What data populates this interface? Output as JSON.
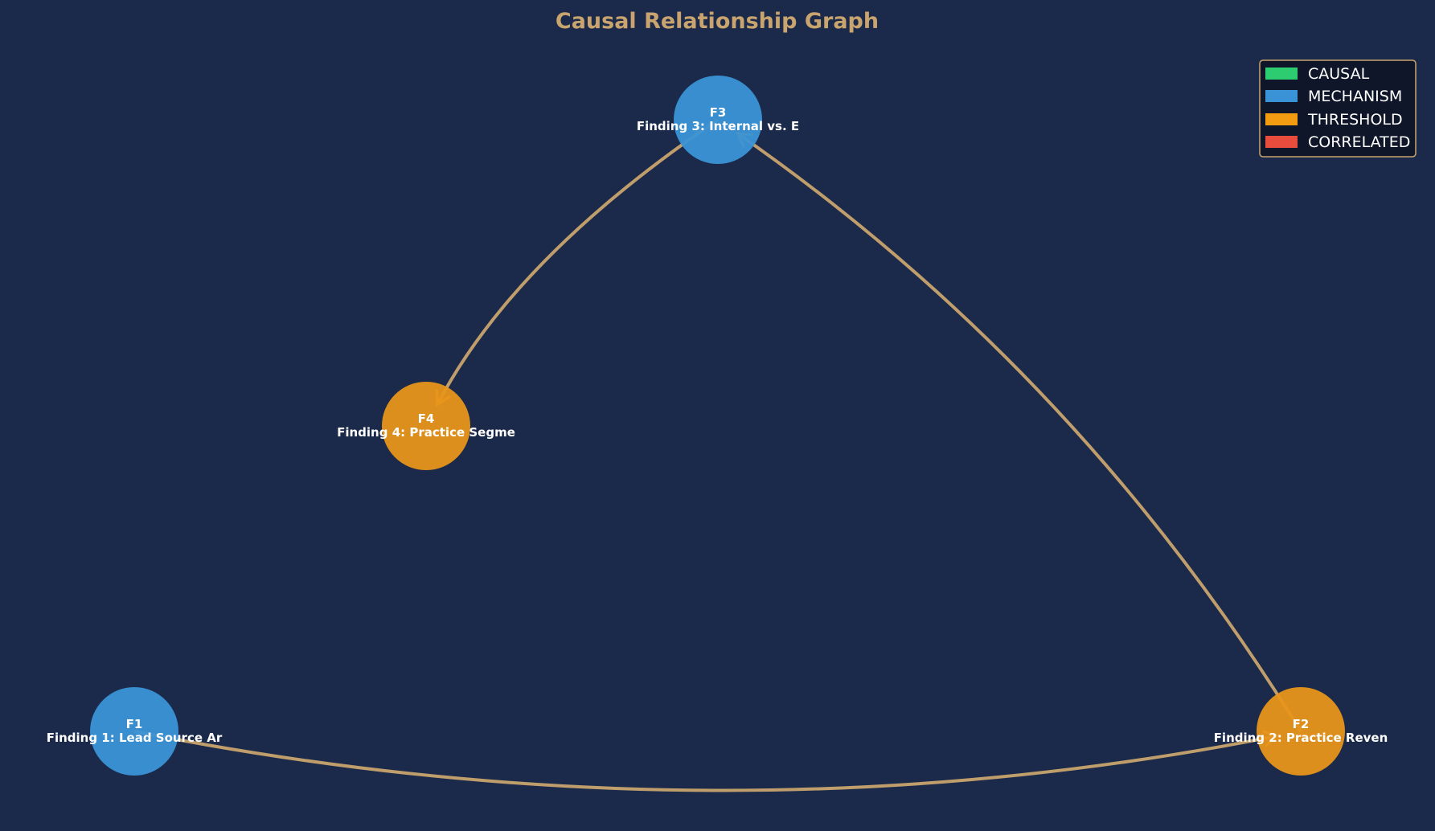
{
  "title": "Causal Relationship Graph",
  "colors": {
    "background": "#1b2a4a",
    "title": "#c9a46e",
    "edge": "#c9a46e",
    "legend_bg": "#0f1629",
    "legend_border": "#c9a46e"
  },
  "legend": {
    "placement": "top-right",
    "items": [
      {
        "label": "CAUSAL",
        "color": "#2ecc71"
      },
      {
        "label": "MECHANISM",
        "color": "#3a93d6"
      },
      {
        "label": "THRESHOLD",
        "color": "#f39c12"
      },
      {
        "label": "CORRELATED",
        "color": "#e74c3c"
      }
    ]
  },
  "nodes": [
    {
      "id": "F1",
      "label": "Finding 1: Lead Source Ar",
      "category": "MECHANISM",
      "color": "#3a93d6"
    },
    {
      "id": "F2",
      "label": "Finding 2: Practice Reven",
      "category": "THRESHOLD",
      "color": "#e8951a"
    },
    {
      "id": "F3",
      "label": "Finding 3: Internal vs. E",
      "category": "MECHANISM",
      "color": "#3a93d6"
    },
    {
      "id": "F4",
      "label": "Finding 4: Practice Segme",
      "category": "THRESHOLD",
      "color": "#e8951a"
    }
  ],
  "edges": [
    {
      "from": "F1",
      "to": "F2"
    },
    {
      "from": "F2",
      "to": "F3"
    },
    {
      "from": "F3",
      "to": "F4"
    }
  ]
}
